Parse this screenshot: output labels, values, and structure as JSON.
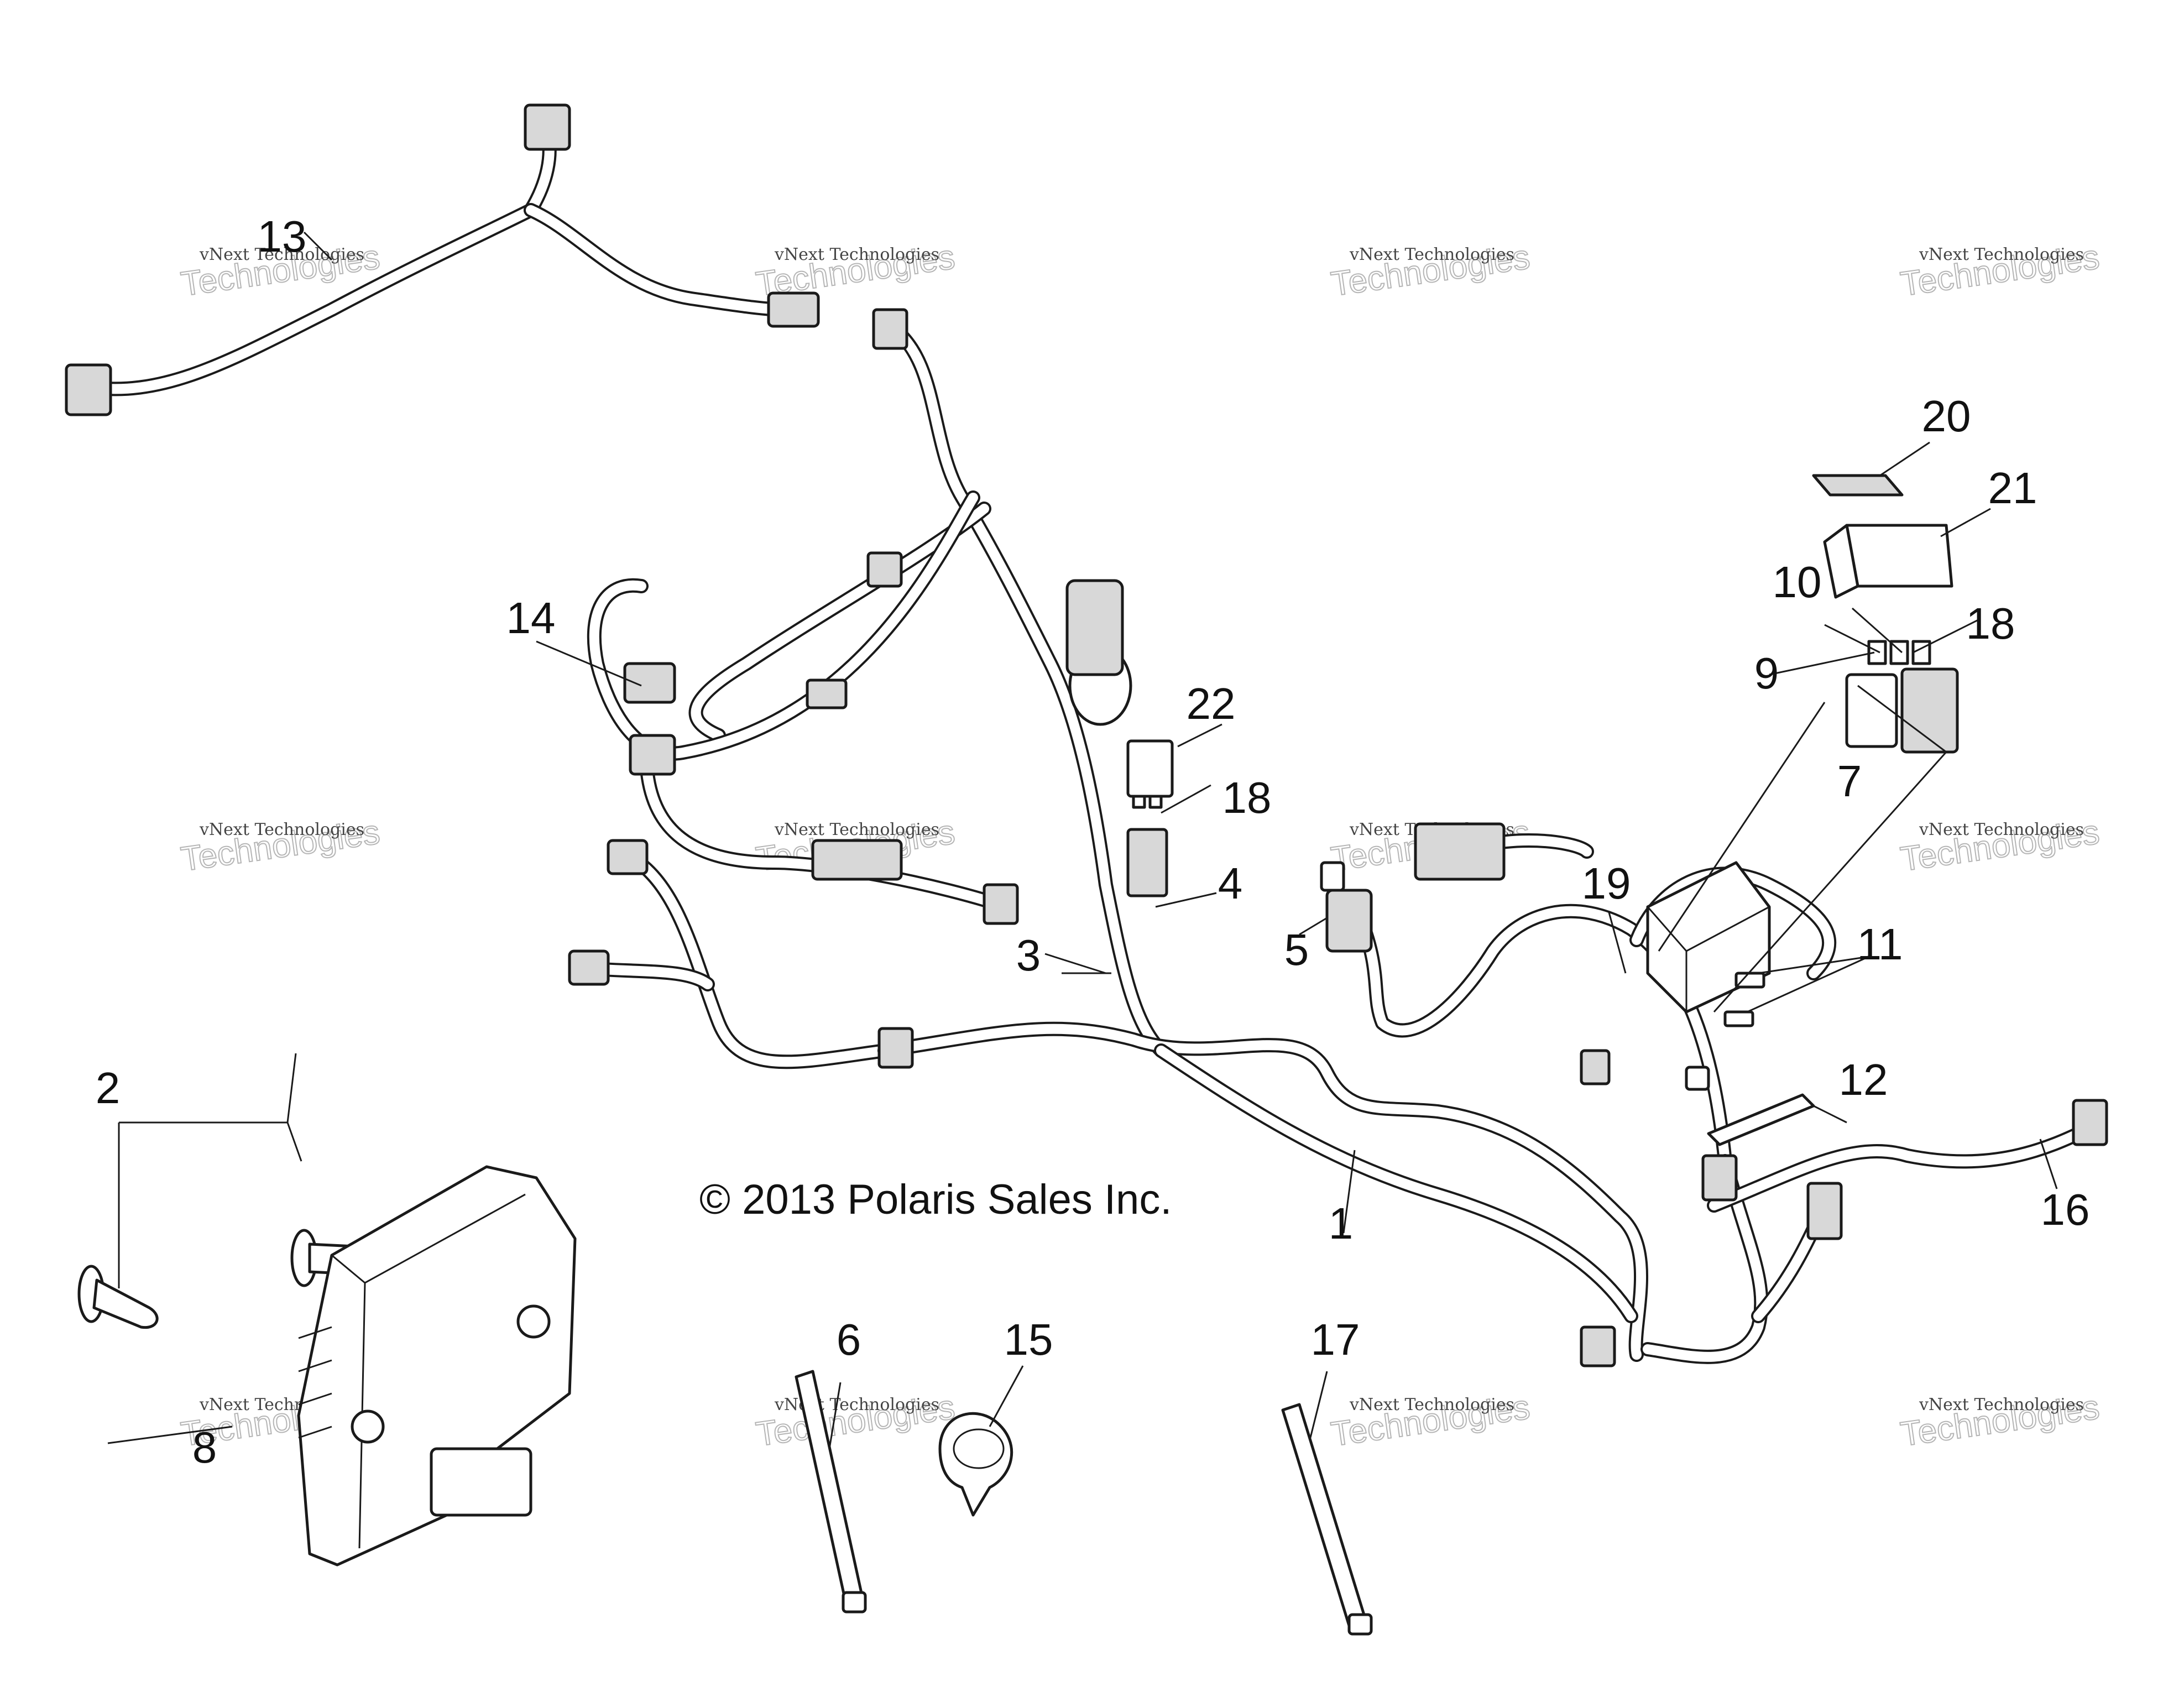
{
  "copyright": "© 2013 Polaris Sales Inc.",
  "watermark": {
    "line1": "vNext Technologies",
    "line2": "Technologies",
    "repeat": 12
  },
  "callouts": [
    "1",
    "2",
    "3",
    "4",
    "5",
    "6",
    "7",
    "8",
    "9",
    "10",
    "11",
    "12",
    "13",
    "14",
    "15",
    "16",
    "17",
    "18",
    "18",
    "19",
    "20",
    "21",
    "22"
  ],
  "colors": {
    "line": "#1a1a1a",
    "background": "#ffffff"
  }
}
